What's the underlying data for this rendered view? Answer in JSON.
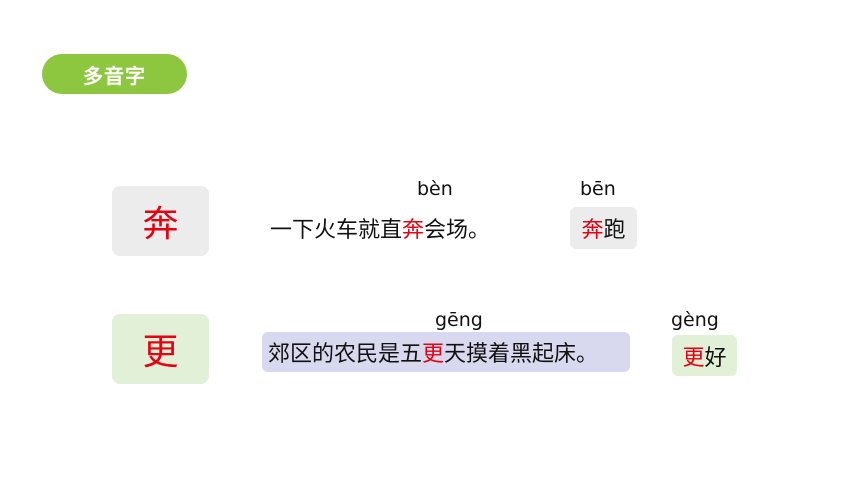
{
  "header": {
    "badge_label": "多音字"
  },
  "rows": [
    {
      "char": "奔",
      "sentence": {
        "pre": "一下火车就直",
        "highlight": "奔",
        "post": "会场。"
      },
      "sentence_pinyin": "bèn",
      "word": {
        "highlight": "奔",
        "rest": "跑"
      },
      "word_pinyin": "bēn"
    },
    {
      "char": "更",
      "sentence": {
        "pre": "郊区的农民是五",
        "highlight": "更",
        "post": "天摸着黑起床。"
      },
      "sentence_pinyin": "gēng",
      "word": {
        "highlight": "更",
        "rest": "好"
      },
      "word_pinyin": "gèng"
    }
  ],
  "colors": {
    "badge": "#8dc63f",
    "highlight": "#e60012",
    "sentence_bg": "#d8d8ef",
    "row1_bg": "#ececec",
    "row2_bg": "#e3f0d8"
  }
}
